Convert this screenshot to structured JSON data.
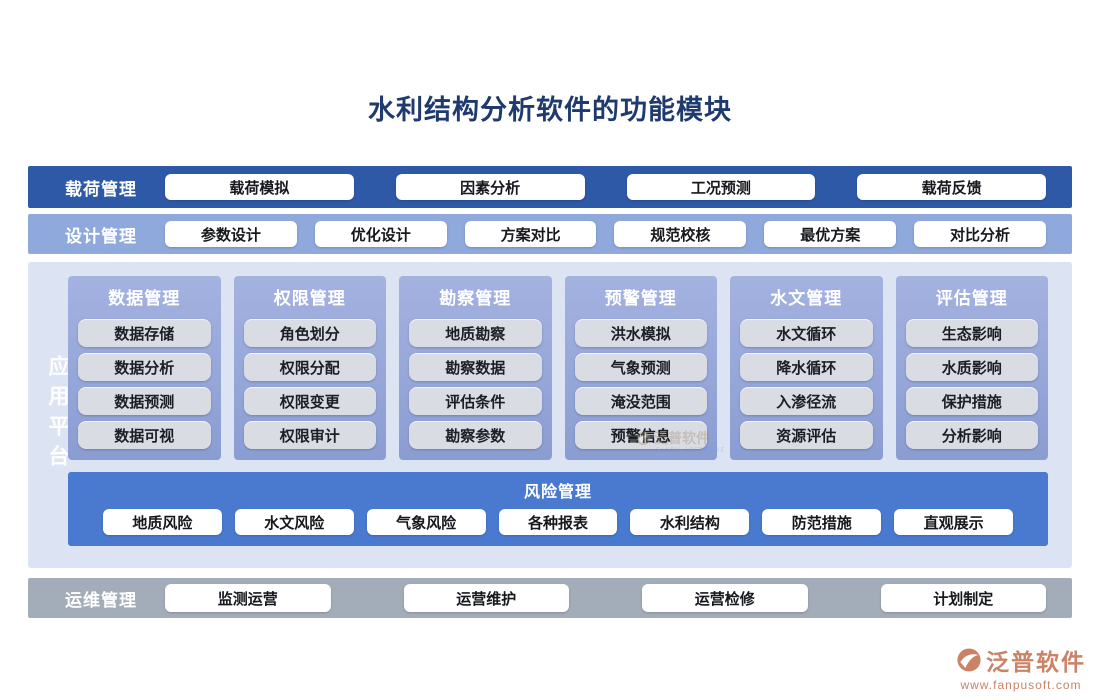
{
  "title": "水利结构分析软件的功能模块",
  "load": {
    "label": "载荷管理",
    "buttons": [
      "载荷模拟",
      "因素分析",
      "工况预测",
      "载荷反馈"
    ]
  },
  "design": {
    "label": "设计管理",
    "buttons": [
      "参数设计",
      "优化设计",
      "方案对比",
      "规范校核",
      "最优方案",
      "对比分析"
    ]
  },
  "platform": {
    "label": "应用平台",
    "columns": [
      {
        "title": "数据管理",
        "items": [
          "数据存储",
          "数据分析",
          "数据预测",
          "数据可视"
        ]
      },
      {
        "title": "权限管理",
        "items": [
          "角色划分",
          "权限分配",
          "权限变更",
          "权限审计"
        ]
      },
      {
        "title": "勘察管理",
        "items": [
          "地质勘察",
          "勘察数据",
          "评估条件",
          "勘察参数"
        ]
      },
      {
        "title": "预警管理",
        "items": [
          "洪水模拟",
          "气象预测",
          "淹没范围",
          "预警信息"
        ]
      },
      {
        "title": "水文管理",
        "items": [
          "水文循环",
          "降水循环",
          "入渗径流",
          "资源评估"
        ]
      },
      {
        "title": "评估管理",
        "items": [
          "生态影响",
          "水质影响",
          "保护措施",
          "分析影响"
        ]
      }
    ],
    "risk": {
      "title": "风险管理",
      "buttons": [
        "地质风险",
        "水文风险",
        "气象风险",
        "各种报表",
        "水利结构",
        "防范措施",
        "直观展示"
      ]
    }
  },
  "operations": {
    "label": "运维管理",
    "buttons": [
      "监测运营",
      "运营维护",
      "运营检修",
      "计划制定"
    ]
  },
  "brand": {
    "name": "泛普软件",
    "url": "www.fanpusoft.com",
    "watermark_sub": "FANPU SOFTWARE"
  },
  "colors": {
    "title_navy": "#1e3a6e",
    "band_load": "#2e59a7",
    "band_design": "#8fa9dc",
    "platform_bg": "#dce4f4",
    "column_bg": "#8fa3d6",
    "column_button_bg": "#d9dce3",
    "risk_band": "#4a7ad0",
    "ops_band": "#a3adba",
    "brand_orange": "#cc8266"
  }
}
